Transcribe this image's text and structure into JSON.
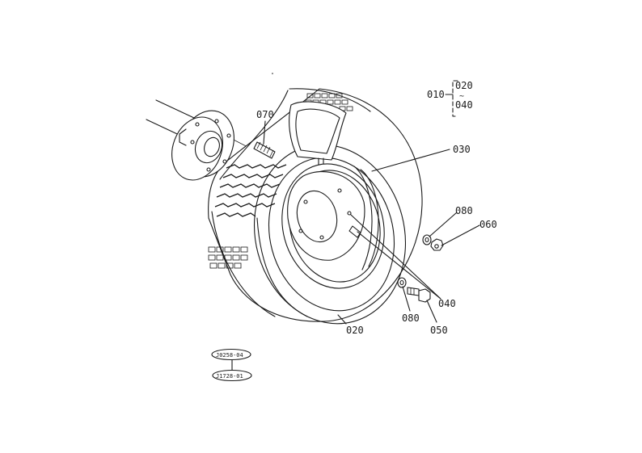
{
  "diagram": {
    "parts": [
      {
        "id": "p010",
        "label": "010"
      },
      {
        "id": "p020-top",
        "label": "020"
      },
      {
        "id": "p040-top",
        "label": "040"
      },
      {
        "id": "p070",
        "label": "070"
      },
      {
        "id": "p030",
        "label": "030"
      },
      {
        "id": "p080-a",
        "label": "080"
      },
      {
        "id": "p060",
        "label": "060"
      },
      {
        "id": "p040",
        "label": "040"
      },
      {
        "id": "p080-b",
        "label": "080"
      },
      {
        "id": "p050",
        "label": "050"
      },
      {
        "id": "p020",
        "label": "020"
      }
    ],
    "range_separator": "~",
    "references": [
      "J0258-04",
      "J1728-01"
    ]
  }
}
